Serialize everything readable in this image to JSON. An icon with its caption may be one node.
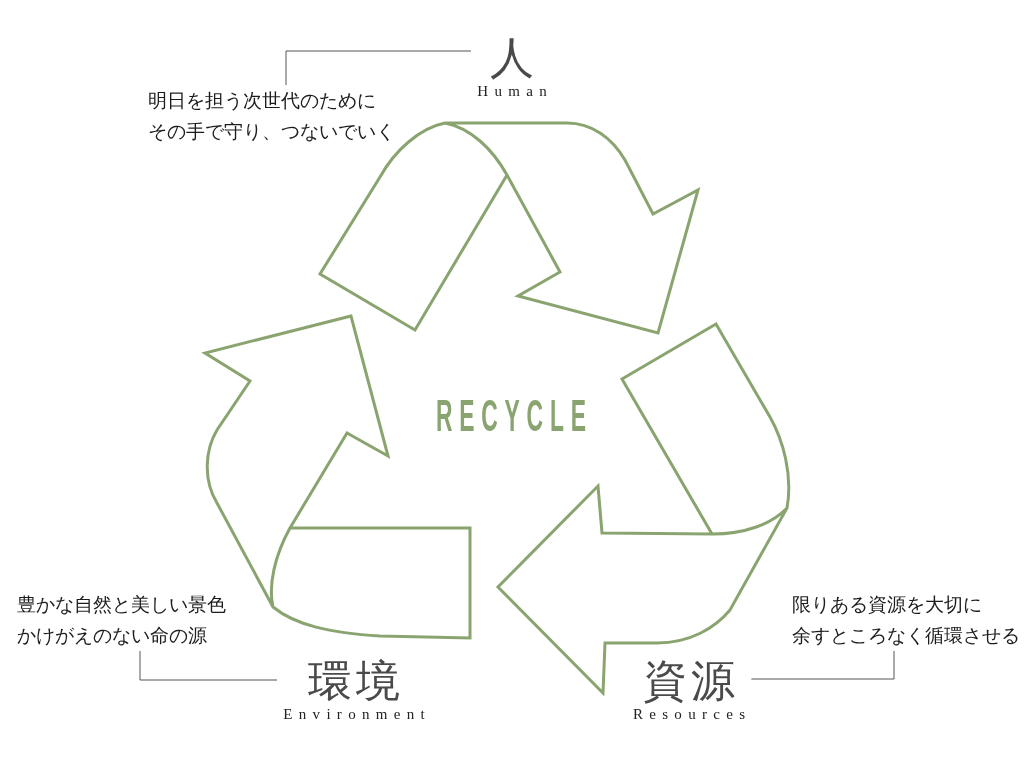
{
  "diagram": {
    "nodes": [
      {
        "text": [
          "人",
          "Human"
        ]
      },
      {
        "text": [
          "明日を担う次世代のためにその手で守り、つないでいく"
        ]
      },
      {
        "text": [
          "環境",
          "Environment"
        ]
      },
      {
        "text": [
          "豊かな自然と美しい景色かけがえのない命の源"
        ]
      },
      {
        "text": [
          "資源",
          "Resources"
        ]
      },
      {
        "text": [
          "限りある資源を大切に余すところなく循環させる"
        ]
      }
    ],
    "edges": [
      {
        "from": 0,
        "to": 1,
        "arrow": "none"
      },
      {
        "from": 2,
        "to": 3,
        "arrow": "none"
      },
      {
        "from": 4,
        "to": 5,
        "arrow": "none"
      }
    ],
    "labels": [
      "RECYCLE"
    ]
  }
}
